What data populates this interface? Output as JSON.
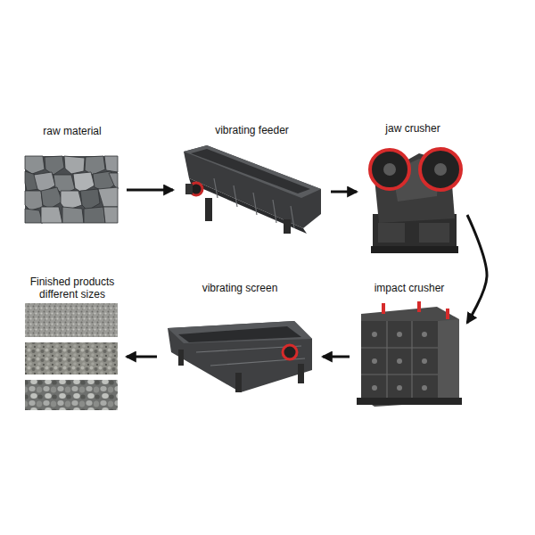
{
  "diagram": {
    "nodes": [
      {
        "text": [
          "raw material"
        ]
      },
      {
        "text": [
          "vibrating feeder"
        ]
      },
      {
        "text": [
          "jaw crusher"
        ]
      },
      {
        "text": [
          "Finished products different sizes"
        ]
      },
      {
        "text": [
          "vibrating screen"
        ]
      },
      {
        "text": [
          "impact crusher"
        ]
      }
    ],
    "edges": [
      {
        "from": 0,
        "to": 1,
        "arrow": "to"
      },
      {
        "from": 1,
        "to": 2,
        "arrow": "to"
      },
      {
        "from": 2,
        "to": 5,
        "arrow": "to"
      },
      {
        "from": 5,
        "to": 4,
        "arrow": "to"
      },
      {
        "from": 4,
        "to": 3,
        "arrow": "to"
      }
    ]
  }
}
